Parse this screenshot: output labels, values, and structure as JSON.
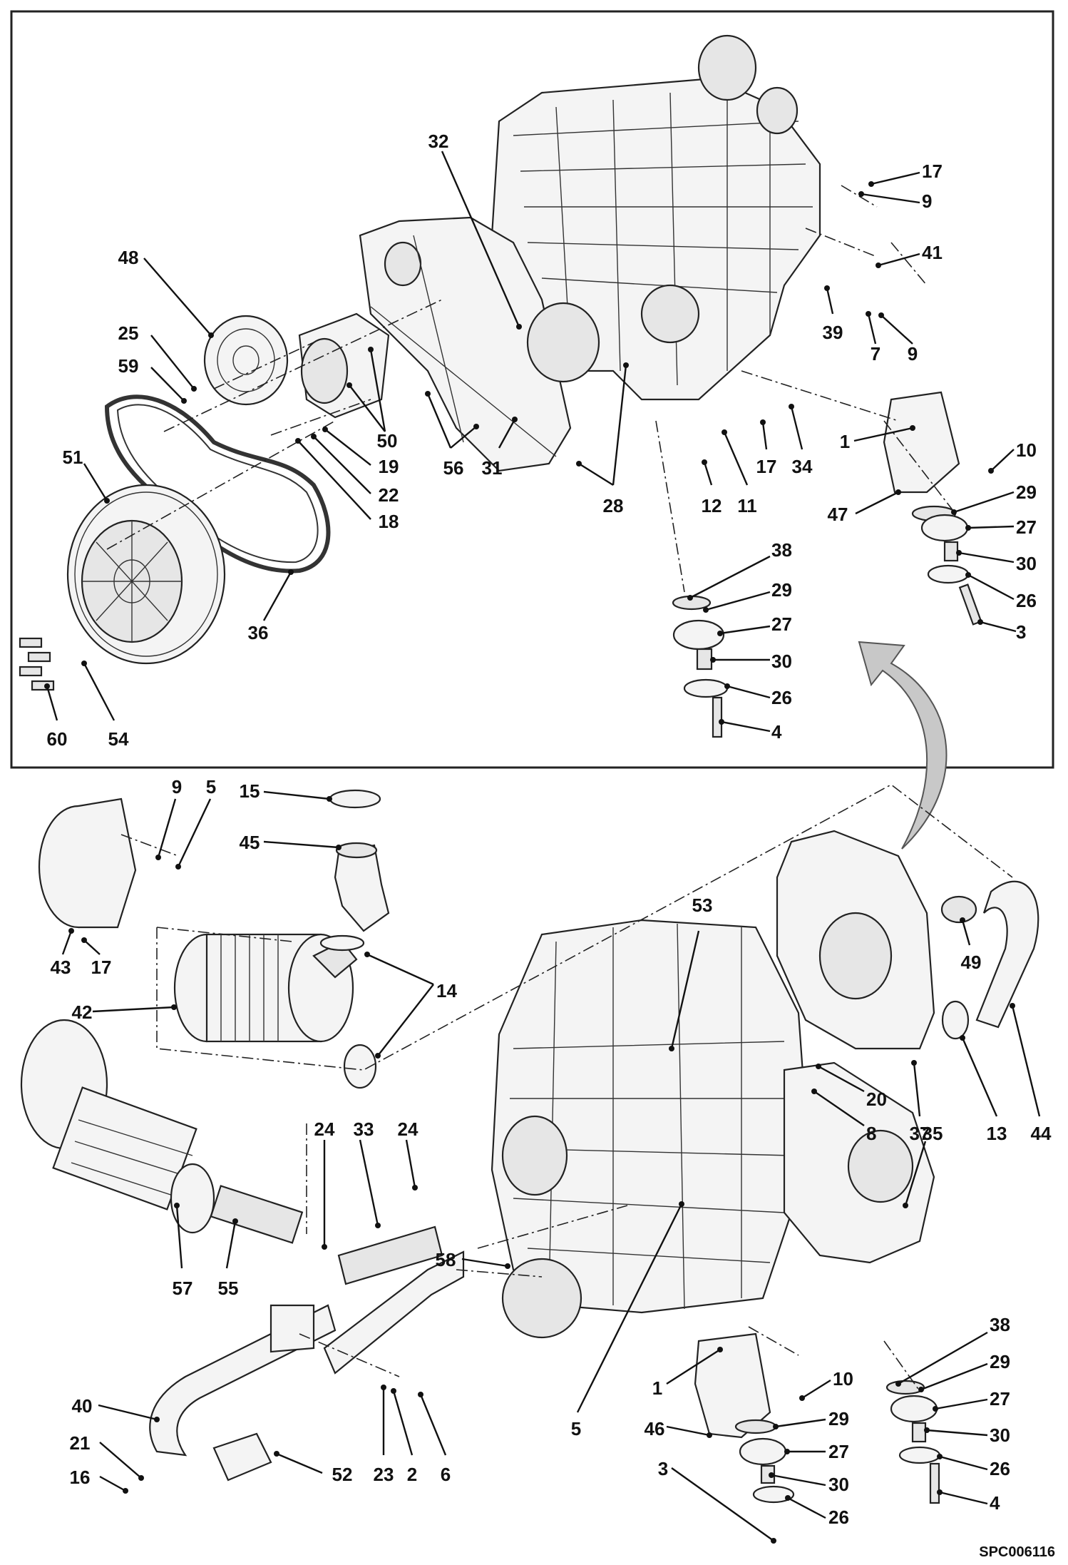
{
  "drawing_code": "SPC006116",
  "colors": {
    "line": "#111111",
    "part_fill": "#f4f4f4",
    "arrow_fill": "#c8c8c8"
  },
  "callouts": [
    {
      "id": "32",
      "label": "32"
    },
    {
      "id": "17a",
      "label": "17"
    },
    {
      "id": "9a",
      "label": "9"
    },
    {
      "id": "41",
      "label": "41"
    },
    {
      "id": "48",
      "label": "48"
    },
    {
      "id": "39",
      "label": "39"
    },
    {
      "id": "7",
      "label": "7"
    },
    {
      "id": "9b",
      "label": "9"
    },
    {
      "id": "25",
      "label": "25"
    },
    {
      "id": "59",
      "label": "59"
    },
    {
      "id": "50",
      "label": "50"
    },
    {
      "id": "19",
      "label": "19"
    },
    {
      "id": "22",
      "label": "22"
    },
    {
      "id": "18",
      "label": "18"
    },
    {
      "id": "56",
      "label": "56"
    },
    {
      "id": "31",
      "label": "31"
    },
    {
      "id": "28",
      "label": "28"
    },
    {
      "id": "12",
      "label": "12"
    },
    {
      "id": "11",
      "label": "11"
    },
    {
      "id": "17b",
      "label": "17"
    },
    {
      "id": "34",
      "label": "34"
    },
    {
      "id": "1a",
      "label": "1"
    },
    {
      "id": "10a",
      "label": "10"
    },
    {
      "id": "47",
      "label": "47"
    },
    {
      "id": "29a",
      "label": "29"
    },
    {
      "id": "27a",
      "label": "27"
    },
    {
      "id": "30a",
      "label": "30"
    },
    {
      "id": "26a",
      "label": "26"
    },
    {
      "id": "3a",
      "label": "3"
    },
    {
      "id": "51",
      "label": "51"
    },
    {
      "id": "36",
      "label": "36"
    },
    {
      "id": "60",
      "label": "60"
    },
    {
      "id": "54",
      "label": "54"
    },
    {
      "id": "38a",
      "label": "38"
    },
    {
      "id": "29b",
      "label": "29"
    },
    {
      "id": "27b",
      "label": "27"
    },
    {
      "id": "30b",
      "label": "30"
    },
    {
      "id": "26b",
      "label": "26"
    },
    {
      "id": "4a",
      "label": "4"
    },
    {
      "id": "9c",
      "label": "9"
    },
    {
      "id": "5a",
      "label": "5"
    },
    {
      "id": "15",
      "label": "15"
    },
    {
      "id": "45",
      "label": "45"
    },
    {
      "id": "43",
      "label": "43"
    },
    {
      "id": "17c",
      "label": "17"
    },
    {
      "id": "14",
      "label": "14"
    },
    {
      "id": "42",
      "label": "42"
    },
    {
      "id": "53",
      "label": "53"
    },
    {
      "id": "49",
      "label": "49"
    },
    {
      "id": "20",
      "label": "20"
    },
    {
      "id": "8",
      "label": "8"
    },
    {
      "id": "37",
      "label": "37"
    },
    {
      "id": "13",
      "label": "13"
    },
    {
      "id": "44",
      "label": "44"
    },
    {
      "id": "24a",
      "label": "24"
    },
    {
      "id": "33",
      "label": "33"
    },
    {
      "id": "24b",
      "label": "24"
    },
    {
      "id": "35",
      "label": "35"
    },
    {
      "id": "57",
      "label": "57"
    },
    {
      "id": "55",
      "label": "55"
    },
    {
      "id": "58",
      "label": "58"
    },
    {
      "id": "38b",
      "label": "38"
    },
    {
      "id": "29c",
      "label": "29"
    },
    {
      "id": "1b",
      "label": "1"
    },
    {
      "id": "10b",
      "label": "10"
    },
    {
      "id": "27c",
      "label": "27"
    },
    {
      "id": "5b",
      "label": "5"
    },
    {
      "id": "40",
      "label": "40"
    },
    {
      "id": "30c",
      "label": "30"
    },
    {
      "id": "46",
      "label": "46"
    },
    {
      "id": "29d",
      "label": "29"
    },
    {
      "id": "26c",
      "label": "26"
    },
    {
      "id": "21",
      "label": "21"
    },
    {
      "id": "27d",
      "label": "27"
    },
    {
      "id": "4b",
      "label": "4"
    },
    {
      "id": "16",
      "label": "16"
    },
    {
      "id": "52",
      "label": "52"
    },
    {
      "id": "23",
      "label": "23"
    },
    {
      "id": "2",
      "label": "2"
    },
    {
      "id": "6",
      "label": "6"
    },
    {
      "id": "3b",
      "label": "3"
    },
    {
      "id": "30d",
      "label": "30"
    },
    {
      "id": "26d",
      "label": "26"
    }
  ]
}
